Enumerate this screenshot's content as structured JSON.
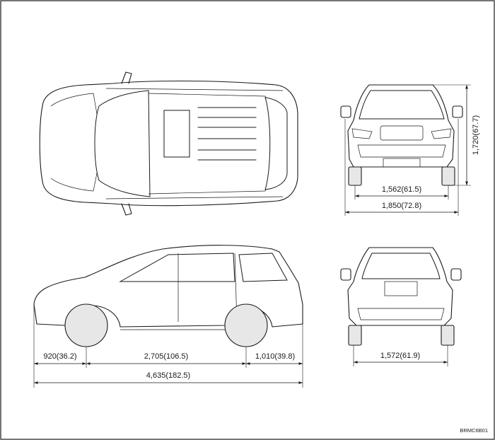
{
  "dimensions": {
    "front_track": "1,562(61.5)",
    "overall_width": "1,850(72.8)",
    "overall_height": "1,720(67.7)",
    "front_overhang": "920(36.2)",
    "wheelbase": "2,705(106.5)",
    "rear_overhang": "1,010(39.8)",
    "overall_length": "4,635(182.5)",
    "rear_track": "1,572(61.9)"
  },
  "figure_code": "BRMC6B01"
}
